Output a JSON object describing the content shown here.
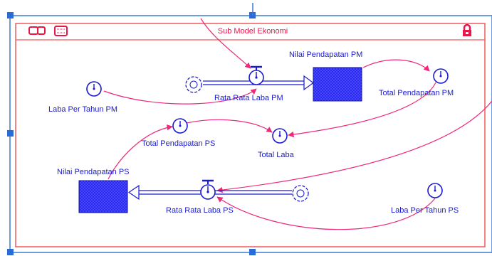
{
  "model": {
    "title": "Sub Model Ekonomi",
    "frame_color": "#f05a5a",
    "link_color": "#f0287a",
    "element_color": "#1a1ad0",
    "stock_fill": "#3030f0"
  },
  "header_icons": [
    "book-icon",
    "window-icon",
    "lock-icon"
  ],
  "stocks": {
    "nilai_pendapatan_pm": "Nilai Pendapatan PM",
    "nilai_pendapatan_ps": "Nilai Pendapatan PS"
  },
  "flows": {
    "rata_rata_laba_pm": "Rata Rata Laba PM",
    "rata_rata_laba_ps": "Rata Rata Laba PS"
  },
  "converters": {
    "laba_per_tahun_pm": "Laba Per Tahun PM",
    "total_pendapatan_pm": "Total  Pendapatan PM",
    "total_pendapatan_ps": "Total  Pendapatan PS",
    "total_laba": "Total Laba",
    "laba_per_tahun_ps": "Laba Per Tahun PS"
  }
}
